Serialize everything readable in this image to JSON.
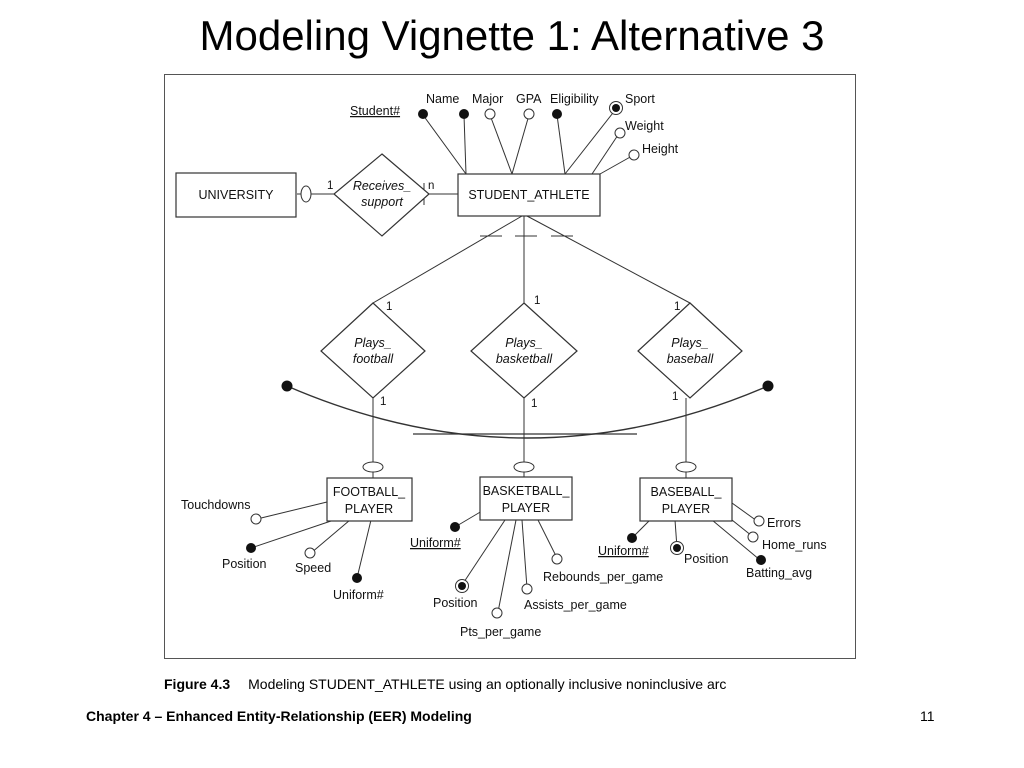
{
  "slide": {
    "title": "Modeling Vignette 1:  Alternative 3",
    "footer_left": "Chapter 4 – Enhanced Entity-Relationship (EER) Modeling",
    "page_number": "11"
  },
  "figure": {
    "caption_label": "Figure 4.3",
    "caption_text": "Modeling STUDENT_ATHLETE using an optionally inclusive noninclusive arc"
  },
  "diagram": {
    "entities": {
      "university": "UNIVERSITY",
      "student_athlete": "STUDENT_ATHLETE",
      "football_player": [
        "FOOTBALL_",
        "PLAYER"
      ],
      "basketball_player": [
        "BASKETBALL_",
        "PLAYER"
      ],
      "baseball_player": [
        "BASEBALL_",
        "PLAYER"
      ]
    },
    "relationships": {
      "receives_support": [
        "Receives_",
        "support"
      ],
      "plays_football": [
        "Plays_",
        "football"
      ],
      "plays_basketball": [
        "Plays_",
        "basketball"
      ],
      "plays_baseball": [
        "Plays_",
        "baseball"
      ]
    },
    "cardinalities": {
      "university_side": "1",
      "student_side": "n",
      "football_top": "1",
      "basketball_top": "1",
      "baseball_top": "1",
      "football_bottom": "1",
      "basketball_bottom": "1",
      "baseball_bottom": "1"
    },
    "attributes": {
      "student_athlete": [
        "Student#",
        "Name",
        "Major",
        "GPA",
        "Eligibility",
        "Sport",
        "Weight",
        "Height"
      ],
      "football_player": [
        "Touchdowns",
        "Position",
        "Speed",
        "Uniform#"
      ],
      "basketball_player": [
        "Uniform#",
        "Position",
        "Pts_per_game",
        "Assists_per_game",
        "Rebounds_per_game"
      ],
      "baseball_player": [
        "Uniform#",
        "Position",
        "Errors",
        "Home_runs",
        "Batting_avg"
      ]
    }
  }
}
